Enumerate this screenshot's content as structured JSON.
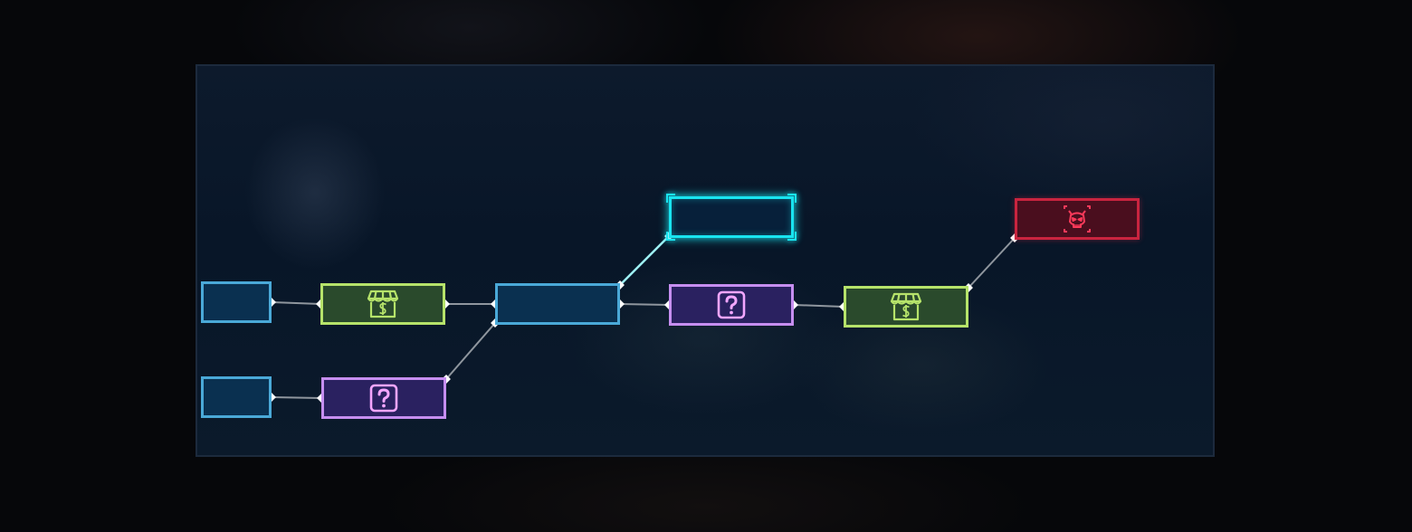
{
  "map": {
    "colors": {
      "combat_border": "#4aa9d8",
      "combat_fill": "#0a3050",
      "shop_border": "#b6e36a",
      "shop_fill": "#2a4a2c",
      "event_border": "#c68ef0",
      "event_fill": "#2a2160",
      "event_icon": "#f3a6ff",
      "current_border": "#19e4f0",
      "current_fill": "#07203a",
      "boss_border": "#c9243f",
      "boss_fill": "#4a0e1e",
      "boss_icon": "#ff3a5a",
      "link": "#8f969e",
      "link_active": "#9ef4f8",
      "joint": "#ffffff"
    },
    "nodes": [
      {
        "id": "n1",
        "type": "combat",
        "icon": null
      },
      {
        "id": "n2",
        "type": "shop",
        "icon": "shop-icon"
      },
      {
        "id": "n3",
        "type": "combat",
        "icon": null
      },
      {
        "id": "n4",
        "type": "event",
        "icon": "question-icon"
      },
      {
        "id": "n5",
        "type": "shop",
        "icon": "shop-icon"
      },
      {
        "id": "n6",
        "type": "combat",
        "icon": null
      },
      {
        "id": "n7",
        "type": "event",
        "icon": "question-icon"
      },
      {
        "id": "n8",
        "type": "current",
        "icon": null
      },
      {
        "id": "n9",
        "type": "boss",
        "icon": "demon-skull-icon"
      }
    ],
    "links": [
      {
        "from": "n1",
        "to": "n2",
        "active": false
      },
      {
        "from": "n2",
        "to": "n3",
        "active": false
      },
      {
        "from": "n3",
        "to": "n4",
        "active": false
      },
      {
        "from": "n4",
        "to": "n5",
        "active": false
      },
      {
        "from": "n5",
        "to": "n9",
        "active": false
      },
      {
        "from": "n3",
        "to": "n8",
        "active": true
      },
      {
        "from": "n6",
        "to": "n7",
        "active": false
      },
      {
        "from": "n7",
        "to": "n3",
        "active": false
      }
    ]
  }
}
